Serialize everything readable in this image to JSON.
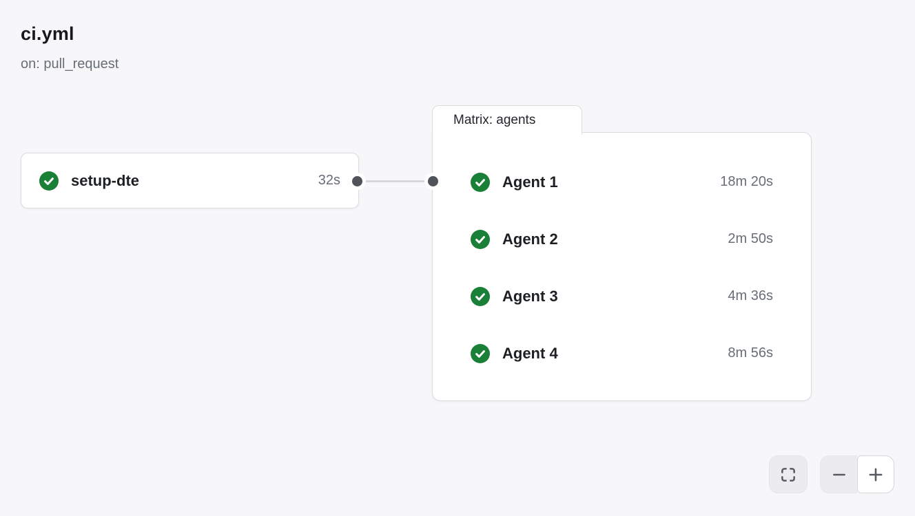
{
  "workflow": {
    "title": "ci.yml",
    "trigger": "on: pull_request"
  },
  "graph": {
    "setup_job": {
      "name": "setup-dte",
      "duration": "32s",
      "status": "success",
      "icon": "check-circle-icon"
    },
    "matrix_group": {
      "label": "Matrix: agents",
      "jobs": [
        {
          "name": "Agent 1",
          "duration": "18m 20s",
          "status": "success",
          "icon": "check-circle-icon"
        },
        {
          "name": "Agent 2",
          "duration": "2m 50s",
          "status": "success",
          "icon": "check-circle-icon"
        },
        {
          "name": "Agent 3",
          "duration": "4m 36s",
          "status": "success",
          "icon": "check-circle-icon"
        },
        {
          "name": "Agent 4",
          "duration": "8m 56s",
          "status": "success",
          "icon": "check-circle-icon"
        }
      ]
    }
  },
  "controls": {
    "fit_view": {
      "icon": "fit-view-brackets-icon"
    },
    "zoom_out": {
      "icon": "minus-icon"
    },
    "zoom_in": {
      "icon": "plus-icon"
    }
  },
  "colors": {
    "background": "#f7f7fa",
    "card_background": "#ffffff",
    "card_border": "#dbdbe0",
    "success_green": "#1a7f37",
    "text_primary": "#1c1f23",
    "text_secondary": "#686e76",
    "connector_dot": "#505359",
    "connector_line": "#d7d7db",
    "control_icon": "#575b61"
  }
}
